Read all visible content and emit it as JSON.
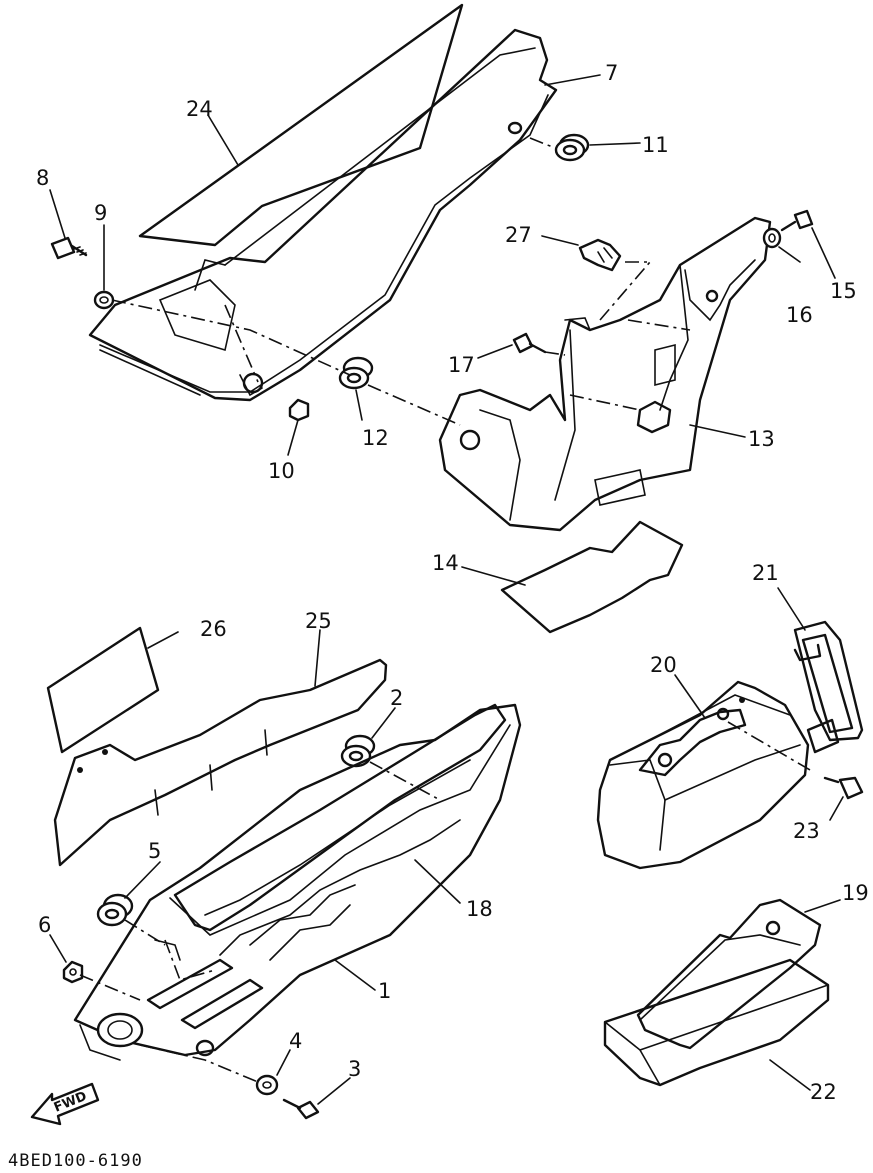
{
  "diagram": {
    "code": "4BED100-6190",
    "fwd_label": "FWD",
    "callouts": {
      "c1": "1",
      "c2": "2",
      "c3": "3",
      "c4": "4",
      "c5": "5",
      "c6": "6",
      "c7": "7",
      "c8": "8",
      "c9": "9",
      "c10": "10",
      "c11": "11",
      "c12": "12",
      "c13": "13",
      "c14": "14",
      "c15": "15",
      "c16": "16",
      "c17": "17",
      "c18": "18",
      "c19": "19",
      "c20": "20",
      "c21": "21",
      "c22": "22",
      "c23": "23",
      "c24": "24",
      "c25": "25",
      "c26": "26",
      "c27": "27"
    }
  }
}
